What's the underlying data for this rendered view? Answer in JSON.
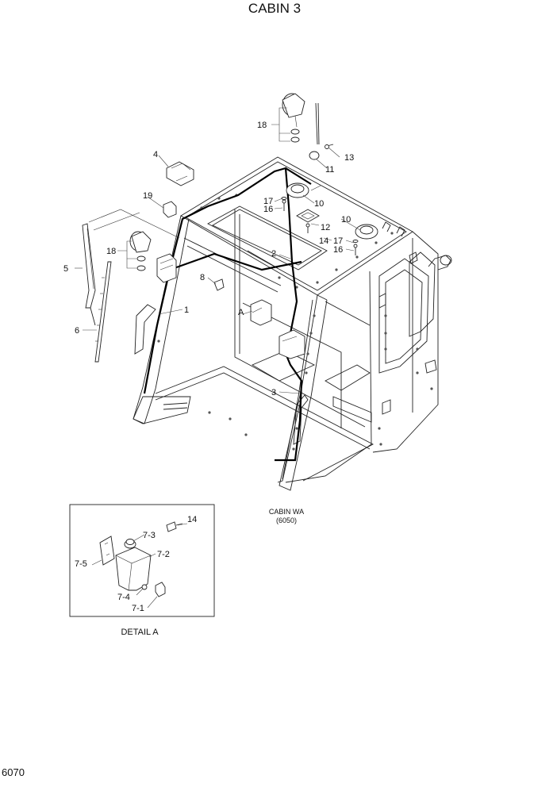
{
  "title": "CABIN 3",
  "page_number": "6070",
  "detail_caption": "DETAIL A",
  "cabin_reference": [
    "CABIN WA",
    "(6050)"
  ],
  "detail_marker": "A",
  "callouts": {
    "p1": "1",
    "p2": "2",
    "p3": "3",
    "p4": "4",
    "p5": "5",
    "p6": "6",
    "p8": "8",
    "p10a": "10",
    "p10b": "10",
    "p11": "11",
    "p12": "12",
    "p13": "13",
    "p14": "14",
    "p16a": "16",
    "p16b": "16",
    "p17a": "17",
    "p17b": "17",
    "p18a": "18",
    "p18b": "18",
    "p19": "19",
    "d14": "14",
    "d71": "7-1",
    "d72": "7-2",
    "d73": "7-3",
    "d74": "7-4",
    "d75": "7-5"
  }
}
